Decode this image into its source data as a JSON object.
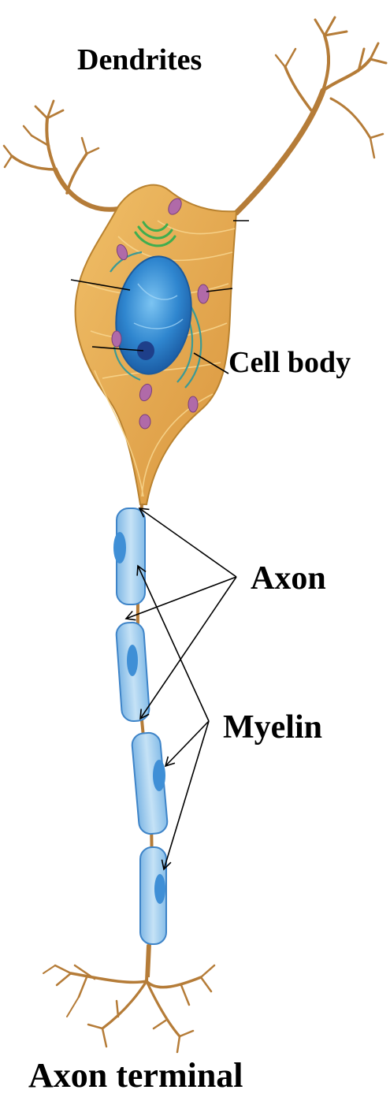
{
  "labels": {
    "dendrites": "Dendrites",
    "cell_body": "Cell body",
    "axon": "Axon",
    "myelin": "Myelin",
    "axon_terminal": "Axon terminal"
  },
  "colors": {
    "cell_body": "#e7aa4e",
    "dendrite": "#b57c38",
    "nucleus": "#2f86cf",
    "nucleolus": "#1e3f8a",
    "golgi": "#3fae4f",
    "mitochondria": "#b06aa8",
    "er": "#3b9a95",
    "myelin": "#9ccbec",
    "myelin_core": "#3f8fd6",
    "pointer_lines": "#000000"
  }
}
